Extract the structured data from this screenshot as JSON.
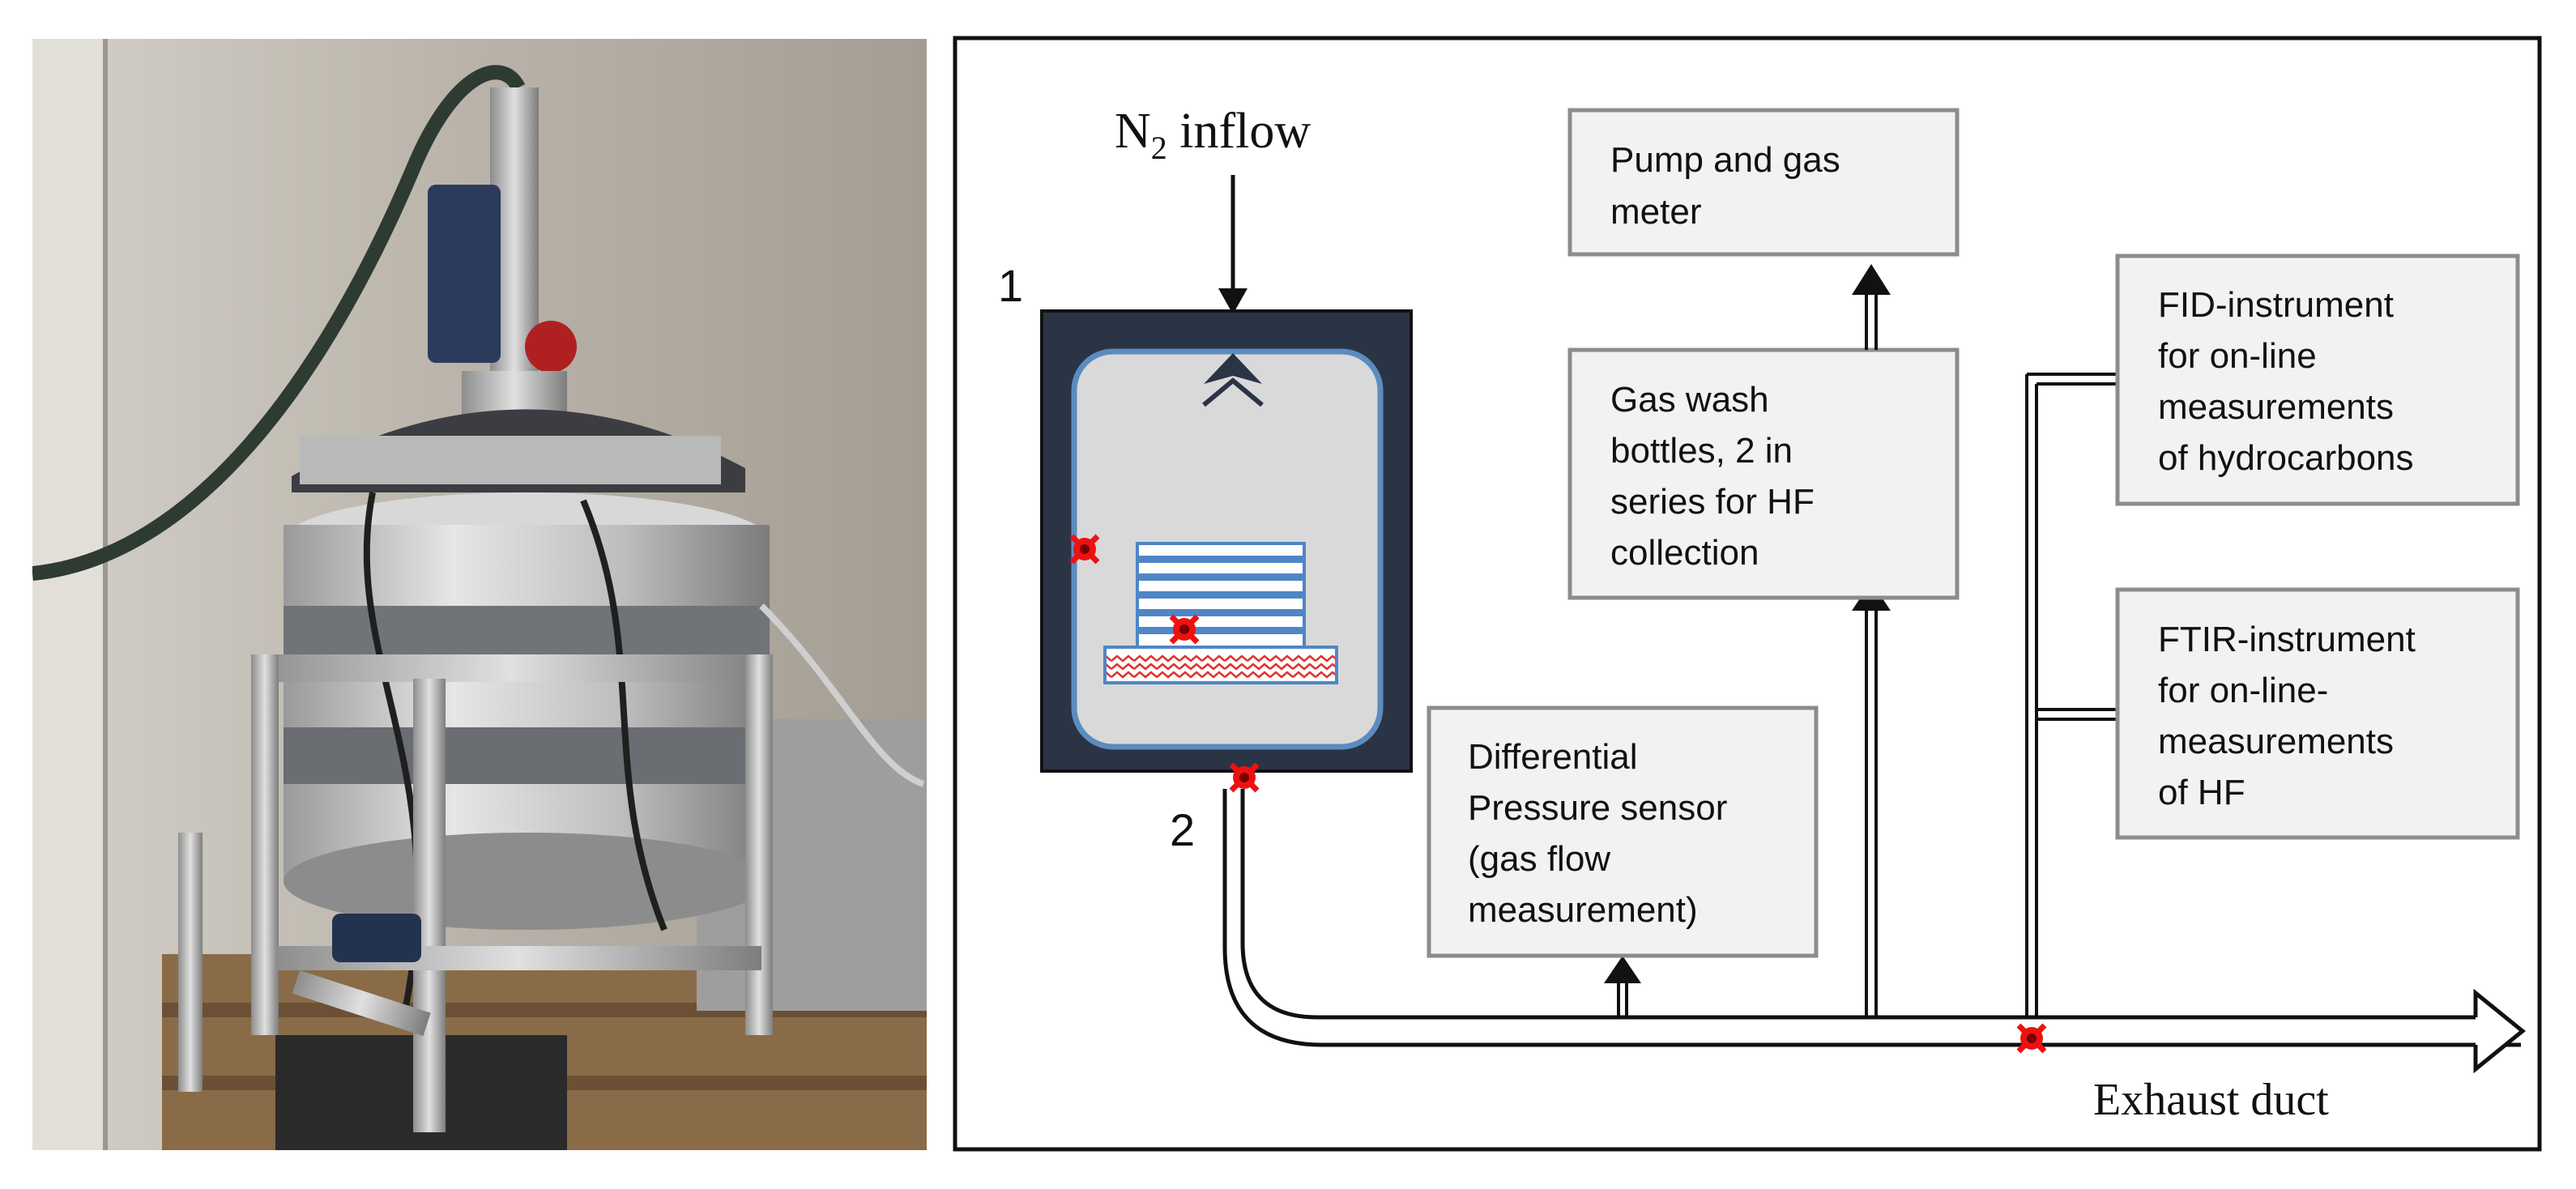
{
  "diagram": {
    "inflow_label_base": "N",
    "inflow_label_sub": "2",
    "inflow_label_rest": " inflow",
    "marker_1": "1",
    "marker_2": "2",
    "exhaust_label": "Exhaust duct",
    "boxes": {
      "pump": [
        "Pump and gas",
        "meter"
      ],
      "gaswash": [
        "Gas wash",
        "bottles, 2 in",
        "series for HF",
        "collection"
      ],
      "fid": [
        "FID-instrument",
        "for on-line",
        "measurements",
        "of hydrocarbons"
      ],
      "ftir": [
        "FTIR-instrument",
        "for on-line-",
        "measurements",
        "of HF"
      ],
      "pressure": [
        "Differential",
        "Pressure sensor",
        "(gas flow",
        "measurement)"
      ]
    },
    "colors": {
      "box_fill": "#f2f2f2",
      "box_stroke": "#8c8c8c",
      "vessel_outer": "#2b3445",
      "vessel_inner": "#d9d9d9",
      "vessel_rim": "#5b8cc0",
      "sample_stripe": "#4f86c6",
      "heater": "#e03030",
      "thermocouple": "#ee1111"
    }
  }
}
